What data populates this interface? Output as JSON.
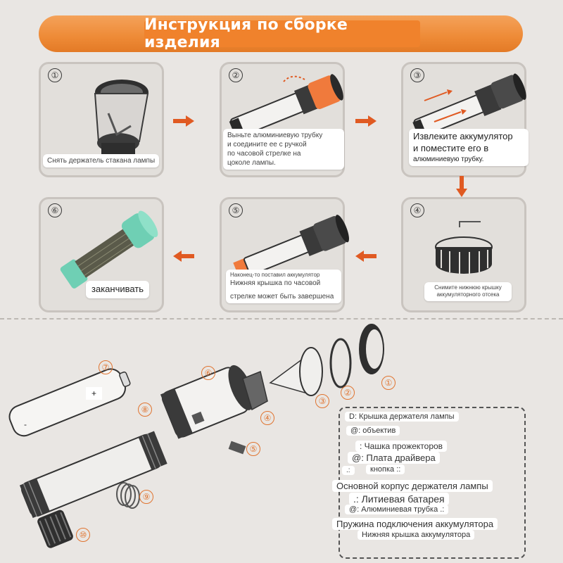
{
  "title": "Инструкция по сборке изделия",
  "steps": [
    {
      "num": "①",
      "label": "Снять держатель стакана лампы"
    },
    {
      "num": "②",
      "label_lines": [
        "Выньте алюминиевую трубку",
        "и соедините ее с ручкой",
        "по часовой стрелке на",
        "цоколе лампы."
      ]
    },
    {
      "num": "③",
      "label_lines": [
        "Извлеките аккумулятор",
        "и поместите его в",
        "алюминиевую трубку."
      ]
    },
    {
      "num": "④",
      "label_lines": [
        "Снимите нижнюю крышку",
        "аккумуляторного отсека"
      ]
    },
    {
      "num": "⑤",
      "label_lines": [
        "Наконец-то поставил аккумулятор",
        "Нижняя крышка по часовой",
        "стрелке может быть завершена"
      ]
    },
    {
      "num": "⑥",
      "label": "заканчивать"
    }
  ],
  "parts": {
    "nums": [
      "①",
      "②",
      "③",
      "④",
      "⑤",
      "⑥",
      "⑦",
      "⑧",
      "⑨",
      "⑩"
    ],
    "battery_plus": "+",
    "battery_minus": "-"
  },
  "legend": [
    "D: Крышка держателя лампы",
    "@: объектив",
    ": Чашка прожекторов",
    "@: Плата драйвера",
    ".:",
    "кнопка ::",
    "Основной корпус держателя лампы",
    ".: Литиевая батарея",
    "@: Алюминиевая трубка .:",
    "Пружина подключения аккумулятора",
    "Нижняя крышка аккумулятора"
  ],
  "colors": {
    "accent": "#ee8a36",
    "arrow": "#e05a22",
    "teal": "#6fcfb4"
  }
}
